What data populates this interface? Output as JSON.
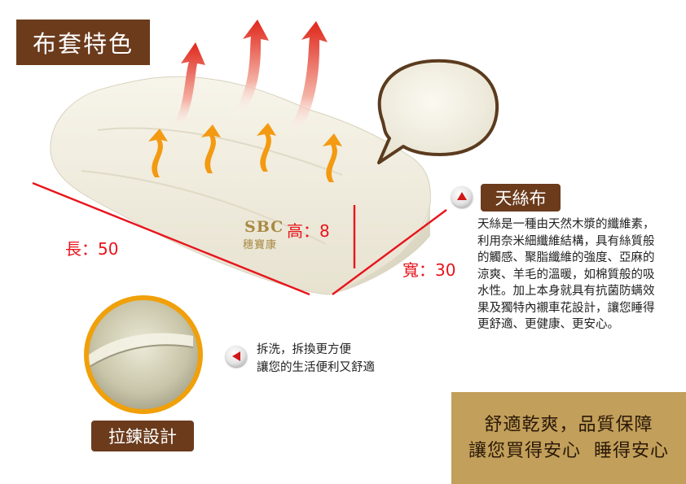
{
  "title": "布套特色",
  "dimensions": {
    "length": "長：50",
    "height": "高：8",
    "width": "寬：30"
  },
  "logo": {
    "brand": "SBC",
    "chinese": "穗寶康"
  },
  "fabric": {
    "label": "天絲布",
    "description": "天絲是一種由天然木漿的纖維素，利用奈米細纖維結構，具有絲質般的觸感、聚脂纖維的強度、亞麻的涼爽、羊毛的溫暖，如棉質般的吸水性。加上本身就具有抗菌防螨效果及獨特內襯車花設計，讓您睡得更舒適、更健康、更安心。"
  },
  "zipper": {
    "label": "拉鍊設計",
    "line1": "拆洗，拆換更方便",
    "line2": "讓您的生活便利又舒適"
  },
  "slogan": {
    "line1": "舒適乾爽，品質保障",
    "line2": "讓您買得安心  睡得安心"
  },
  "colors": {
    "badge": "#6b3b1c",
    "dimension": "#e8141c",
    "slogan_bg": "#c29f5a",
    "orange_arrow": "#f39a12",
    "red_arrow": "#e33a2a"
  }
}
